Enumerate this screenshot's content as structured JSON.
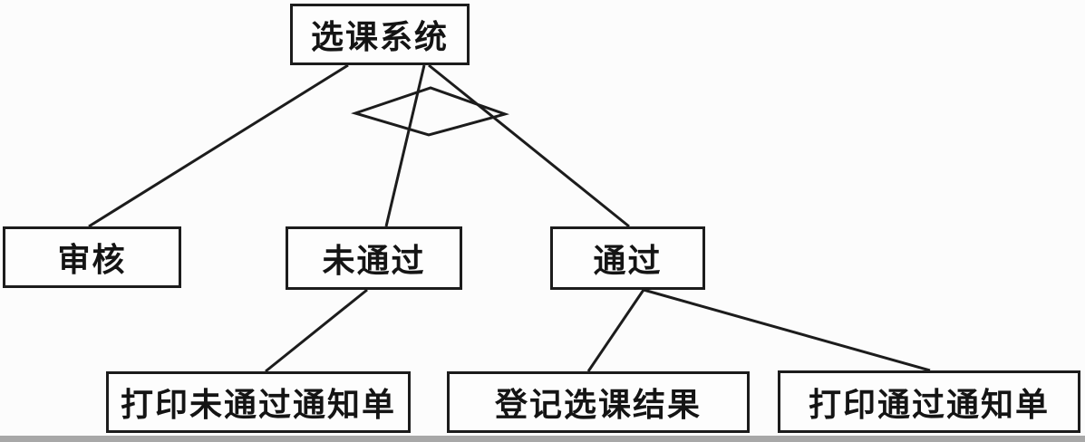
{
  "diagram": {
    "type": "structure-chart",
    "nodes": {
      "root": {
        "label": "选课系统"
      },
      "review": {
        "label": "审核"
      },
      "not_passed": {
        "label": "未通过"
      },
      "passed": {
        "label": "通过"
      },
      "print_fail_notice": {
        "label": "打印未通过通知单"
      },
      "register_result": {
        "label": "登记选课结果"
      },
      "print_pass_notice": {
        "label": "打印通过通知单"
      }
    },
    "symbols": [
      {
        "name": "selection-diamond",
        "meaning": "selection between branches",
        "applies_to": [
          "未通过",
          "通过"
        ]
      }
    ],
    "edges": [
      {
        "from": "选课系统",
        "to": "审核"
      },
      {
        "from": "选课系统",
        "to": "未通过",
        "via": "selection-diamond"
      },
      {
        "from": "选课系统",
        "to": "通过",
        "via": "selection-diamond"
      },
      {
        "from": "未通过",
        "to": "打印未通过通知单"
      },
      {
        "from": "通过",
        "to": "登记选课结果"
      },
      {
        "from": "通过",
        "to": "打印通过通知单"
      }
    ],
    "colors": {
      "stroke": "#1c1c1c",
      "background": "#fcfcfc",
      "bottom_strip": "#a8a8a8"
    }
  }
}
